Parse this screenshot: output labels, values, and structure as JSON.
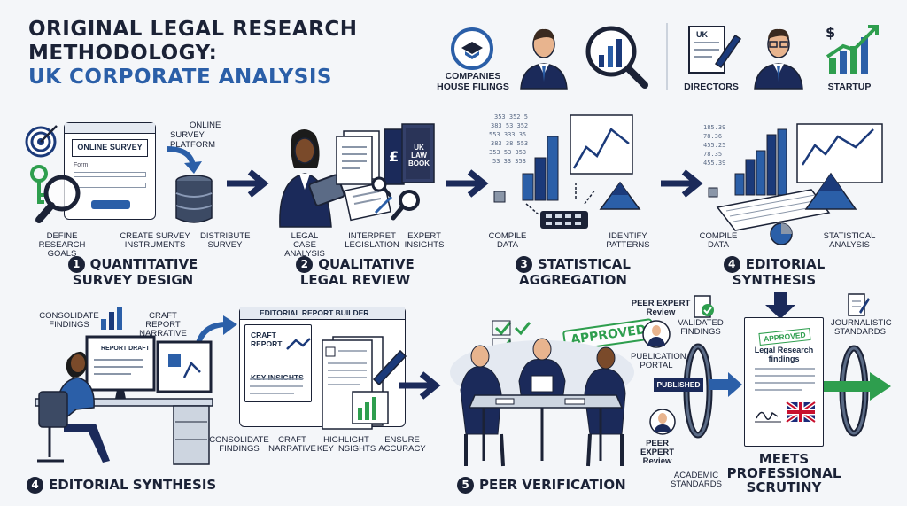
{
  "header": {
    "title_line1": "ORIGINAL LEGAL RESEARCH",
    "title_line2": "METHODOLOGY:",
    "title_line3": "UK CORPORATE ANALYSIS",
    "companies_house": "COMPANIES",
    "companies_house_2": "HOUSE Filings",
    "uk_doc": "UK",
    "directors": "DIRECTORS",
    "startup": "STARTUP"
  },
  "stage1": {
    "number": "1",
    "title_line1": "QUANTITATIVE",
    "title_line2": "SURVEY DESIGN",
    "survey_window": "ONLINE SURVEY",
    "form_label": "Form",
    "platform_line1": "ONLINE",
    "platform_line2": "SURVEY PLATFORM",
    "labels": [
      "DEFINE RESEARCH GOALS",
      "CREATE SURVEY INSTRUMENTS",
      "DISTRIBUTE SURVEY"
    ]
  },
  "stage2": {
    "number": "2",
    "title_line1": "QUALITATIVE",
    "title_line2": "LEGAL REVIEW",
    "book_text": "UK LAW BOOK",
    "labels": [
      "LEGAL CASE ANALYSIS",
      "INTERPRET LEGISLATION",
      "EXPERT INSIGHTS"
    ]
  },
  "stage3": {
    "number": "3",
    "title_line1": "STATISTICAL",
    "title_line2": "AGGREGATION",
    "labels": [
      "COMPILE DATA",
      "IDENTIFY PATTERNS"
    ]
  },
  "stage4": {
    "number": "4",
    "title_line1": "EDITORIAL",
    "title_line2": "SYNTHESIS",
    "labels": [
      "COMPILE DATA",
      "STATISTICAL ANALYSIS"
    ]
  },
  "editorial": {
    "number": "4",
    "title": "EDITORIAL SYNTHESIS",
    "consolidate": "CONSOLIDATE FINDINGS",
    "craft": "CRAFT REPORT NARRATIVE",
    "report_draft": "REPORT DRAFT",
    "builder_title": "EDITORIAL REPORT BUILDER",
    "craft_report": "CRAFT REPORT",
    "key_insights": "KEY INSIGHTS",
    "bottom_labels": [
      "CONSOLIDATE FINDINGS",
      "CRAFT NARRATIVE",
      "HIGHLIGHT KEY INSIGHTS",
      "ENSURE ACCURACY"
    ]
  },
  "peer": {
    "number": "5",
    "title": "PEER VERIFICATION",
    "approved_stamp": "APPROVED",
    "peer_expert_review": "PEER EXPERT Review",
    "validated_findings": "VALIDATED FINDINGS",
    "publication_portal": "PUBLICATION PORTAL",
    "published": "PUBLISHED",
    "peer_expert_review_2": "PEER EXPERT Review",
    "academic_standards": "ACADEMIC STANDARDS"
  },
  "final": {
    "doc_stamp": "APPROVED",
    "doc_title": "Legal Research findings",
    "journalistic": "JOURNALISTIC STANDARDS",
    "meets_line1": "MEETS",
    "meets_line2": "PROFESSIONAL",
    "meets_line3": "SCRUTINY"
  },
  "colors": {
    "navy": "#1b2236",
    "blue": "#2b5fa8",
    "green": "#2e9e4e"
  }
}
